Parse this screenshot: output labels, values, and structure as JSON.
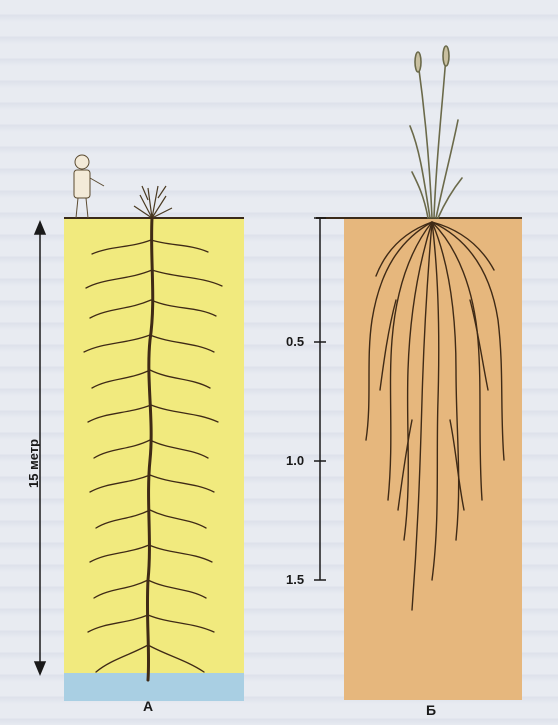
{
  "panel_a": {
    "label": "А",
    "scale_label": "15 метр",
    "soil_color": "#f1ea7e",
    "water_color": "#a9cfe3"
  },
  "panel_b": {
    "label": "Б",
    "depth_ticks": [
      "0.5",
      "1.0",
      "1.5"
    ],
    "soil_color": "#e6b77d"
  }
}
